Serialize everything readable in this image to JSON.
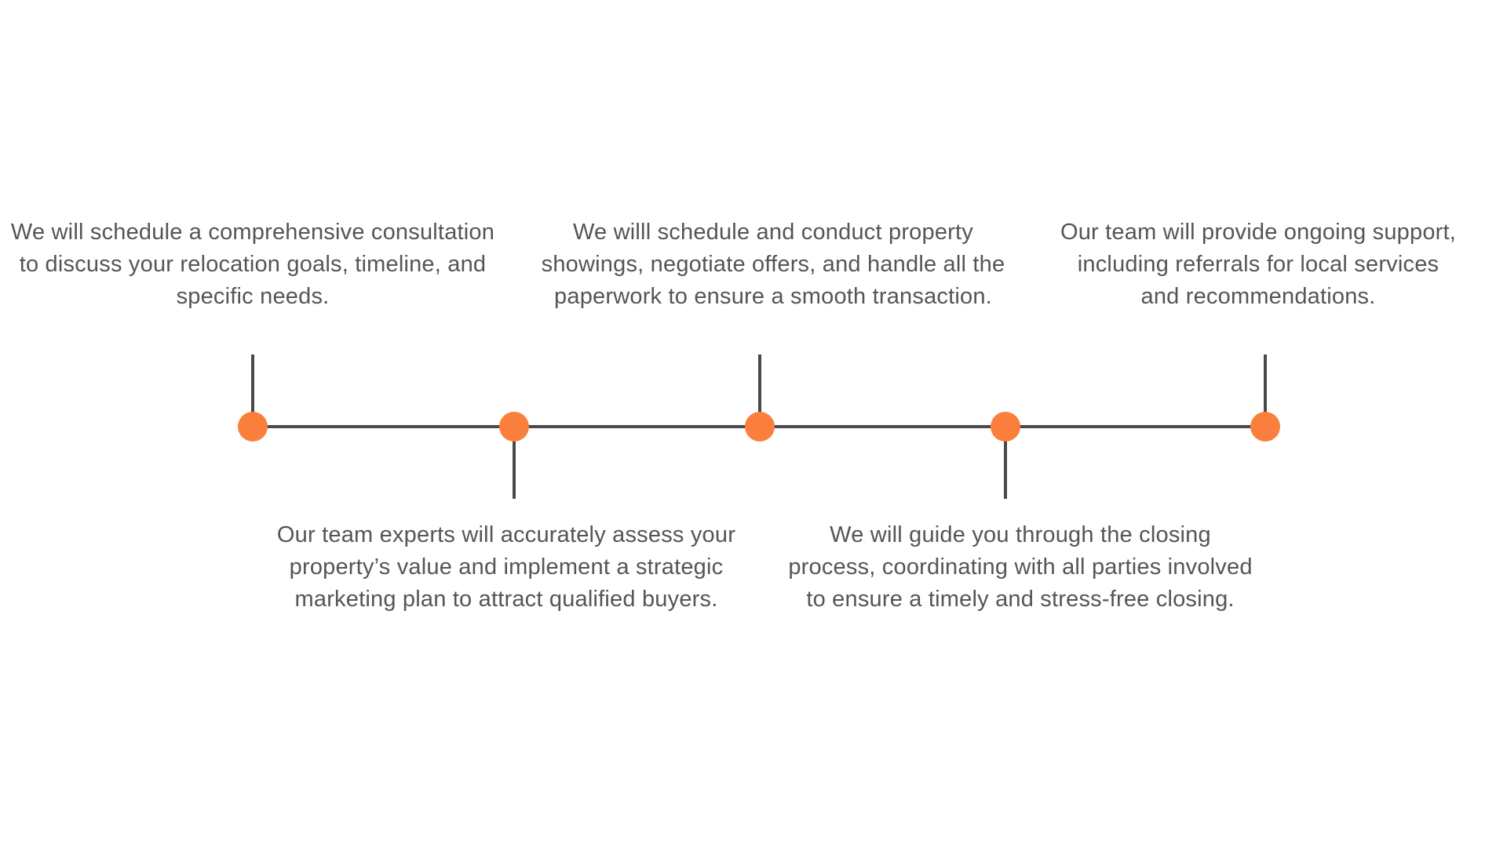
{
  "colors": {
    "line": "#4a4a4a",
    "node": "#fb7f3c",
    "text": "#555555",
    "background": "#ffffff"
  },
  "timeline": {
    "steps": [
      {
        "text": "We will schedule a comprehensive consultation\nto discuss your relocation goals, timeline, and\nspecific needs.",
        "position": "above"
      },
      {
        "text": "Our team experts will accurately assess your\nproperty’s value and implement a strategic\nmarketing plan to attract qualified buyers.",
        "position": "below"
      },
      {
        "text": "We willl schedule and conduct property\nshowings, negotiate offers, and handle all the\npaperwork to ensure a smooth transaction.",
        "position": "above"
      },
      {
        "text": "We will guide you through the closing\nprocess, coordinating with all parties involved\nto ensure a timely and stress-free closing.",
        "position": "below"
      },
      {
        "text": "Our team will provide ongoing support,\nincluding referrals for local services\nand recommendations.",
        "position": "above"
      }
    ]
  }
}
